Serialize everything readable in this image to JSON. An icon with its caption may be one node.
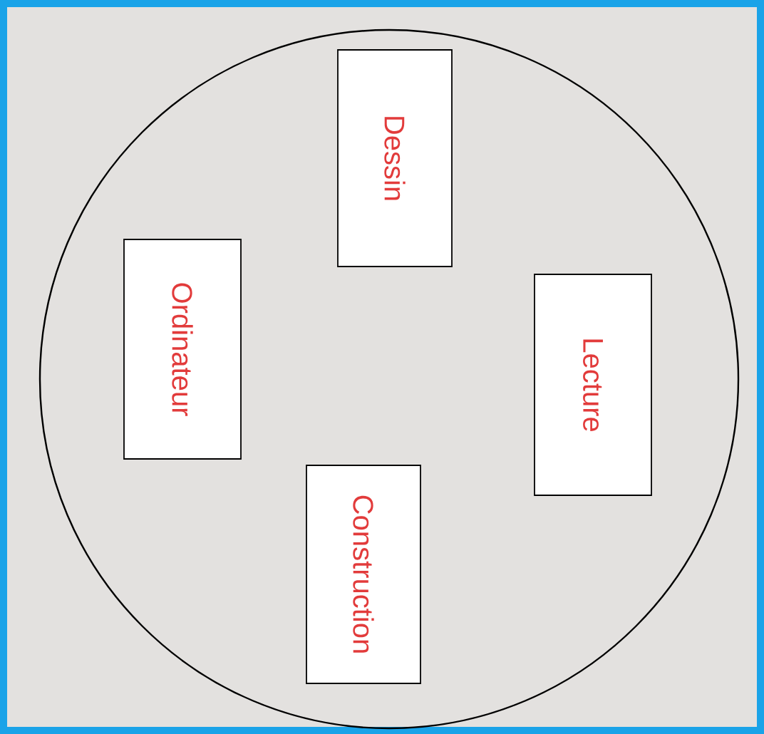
{
  "diagram": {
    "nodes": [
      {
        "text": [],
        "shape": "circle"
      },
      {
        "text": [
          "Dessin"
        ],
        "in": 0
      },
      {
        "text": [
          "Ordinateur"
        ],
        "in": 0
      },
      {
        "text": [
          "Lecture"
        ],
        "in": 0
      },
      {
        "text": [
          "Construction"
        ],
        "in": 0
      }
    ]
  }
}
